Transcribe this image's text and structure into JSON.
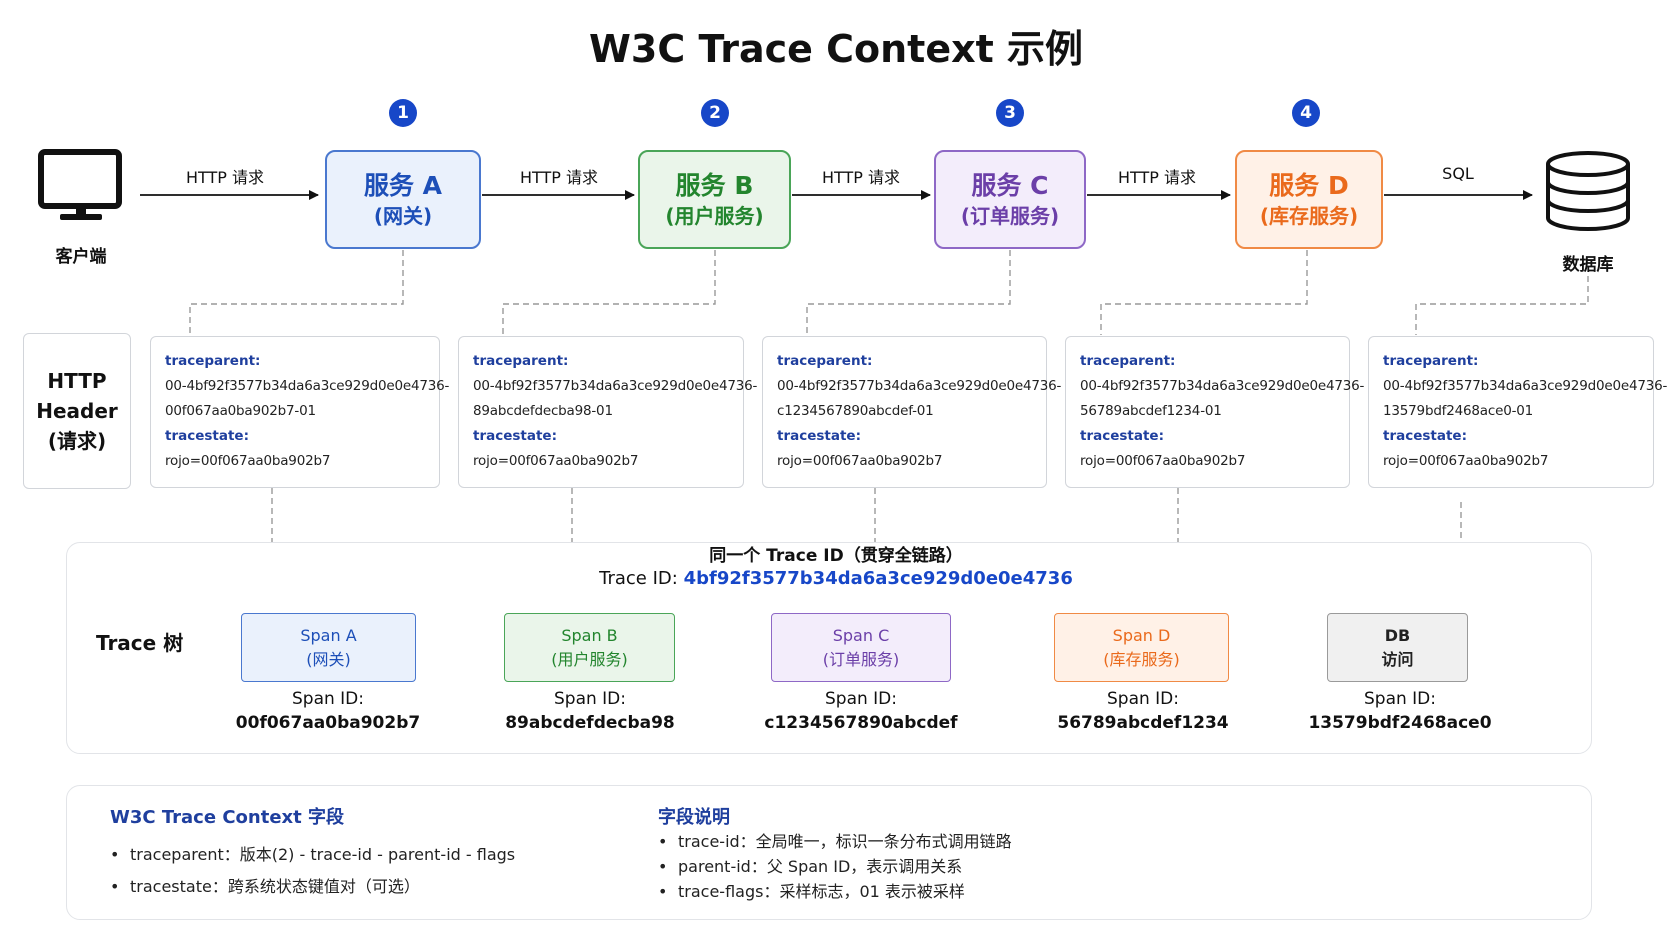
{
  "title": "W3C Trace Context 示例",
  "steps": [
    "1",
    "2",
    "3",
    "4"
  ],
  "client": {
    "label": "客户端",
    "icon": "monitor-icon"
  },
  "database": {
    "label": "数据库",
    "icon": "database-icon"
  },
  "edges": [
    "HTTP 请求",
    "HTTP 请求",
    "HTTP 请求",
    "HTTP 请求",
    "SQL"
  ],
  "services": [
    {
      "name": "服务 A",
      "sub": "(网关)",
      "color": "#1d4fb8",
      "bg": "#eaf1fc",
      "border": "#4a78cf"
    },
    {
      "name": "服务 B",
      "sub": "(用户服务)",
      "color": "#23852e",
      "bg": "#eaf5ea",
      "border": "#4aa558"
    },
    {
      "name": "服务 C",
      "sub": "(订单服务)",
      "color": "#6b3fa8",
      "bg": "#f3edfb",
      "border": "#8e68c6"
    },
    {
      "name": "服务 D",
      "sub": "(库存服务)",
      "color": "#ea6a1c",
      "bg": "#fff1e7",
      "border": "#f08a45"
    }
  ],
  "header_label": [
    "HTTP",
    "Header",
    "(请求)"
  ],
  "headers": [
    {
      "traceparent_key": "traceparent:",
      "traceparent_l1": "00-4bf92f3577b34da6a3ce929d0e0e4736-",
      "traceparent_l2": "00f067aa0ba902b7-01",
      "tracestate_key": "tracestate:",
      "tracestate": "rojo=00f067aa0ba902b7"
    },
    {
      "traceparent_key": "traceparent:",
      "traceparent_l1": "00-4bf92f3577b34da6a3ce929d0e0e4736-",
      "traceparent_l2": "89abcdefdecba98-01",
      "tracestate_key": "tracestate:",
      "tracestate": "rojo=00f067aa0ba902b7"
    },
    {
      "traceparent_key": "traceparent:",
      "traceparent_l1": "00-4bf92f3577b34da6a3ce929d0e0e4736-",
      "traceparent_l2": "c1234567890abcdef-01",
      "tracestate_key": "tracestate:",
      "tracestate": "rojo=00f067aa0ba902b7"
    },
    {
      "traceparent_key": "traceparent:",
      "traceparent_l1": "00-4bf92f3577b34da6a3ce929d0e0e4736-",
      "traceparent_l2": "56789abcdef1234-01",
      "tracestate_key": "tracestate:",
      "tracestate": "rojo=00f067aa0ba902b7"
    },
    {
      "traceparent_key": "traceparent:",
      "traceparent_l1": "00-4bf92f3577b34da6a3ce929d0e0e4736-",
      "traceparent_l2": "13579bdf2468ace0-01",
      "tracestate_key": "tracestate:",
      "tracestate": "rojo=00f067aa0ba902b7"
    }
  ],
  "trace": {
    "same_id_label": "同一个 Trace ID（贯穿全链路）",
    "trace_id_key": "Trace ID:",
    "trace_id": "4bf92f3577b34da6a3ce929d0e0e4736",
    "trace_id_color": "#1747c8",
    "tree_label": "Trace 树",
    "span_id_key": "Span ID:",
    "spans": [
      {
        "l1": "Span A",
        "l2": "(网关)",
        "id": "00f067aa0ba902b7",
        "color": "#1d4fb8",
        "bg": "#eaf1fc",
        "border": "#4a78cf"
      },
      {
        "l1": "Span B",
        "l2": "(用户服务)",
        "id": "89abcdefdecba98",
        "color": "#23852e",
        "bg": "#eaf5ea",
        "border": "#4aa558"
      },
      {
        "l1": "Span C",
        "l2": "(订单服务)",
        "id": "c1234567890abcdef",
        "color": "#6b3fa8",
        "bg": "#f3edfb",
        "border": "#8e68c6"
      },
      {
        "l1": "Span D",
        "l2": "(库存服务)",
        "id": "56789abcdef1234",
        "color": "#ea6a1c",
        "bg": "#fff1e7",
        "border": "#f08a45"
      },
      {
        "l1": "DB",
        "l2": "访问",
        "id": "13579bdf2468ace0",
        "color": "#222222",
        "bg": "#f0f0f0",
        "border": "#9a9a9a"
      }
    ]
  },
  "fields": {
    "title": "W3C Trace Context 字段",
    "items": [
      "traceparent：版本(2) - trace-id - parent-id - flags",
      "tracestate：跨系统状态键值对（可选）"
    ]
  },
  "desc": {
    "title": "字段说明",
    "items": [
      "trace-id：全局唯一，标识一条分布式调用链路",
      "parent-id：父 Span ID，表示调用关系",
      "trace-flags：采样标志，01 表示被采样"
    ]
  }
}
